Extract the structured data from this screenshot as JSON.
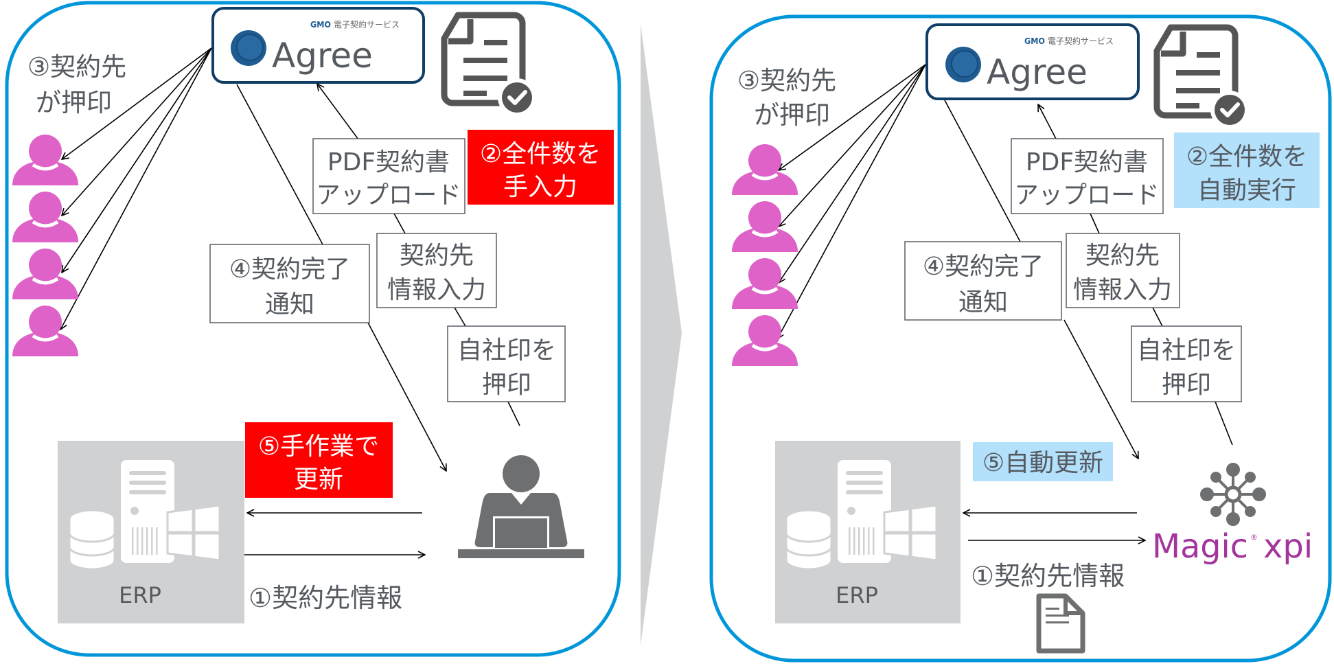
{
  "colors": {
    "panel_border": "#0096d9",
    "agree_border": "#0f3e66",
    "agree_seal": "#1e5c91",
    "person_pink": "#de62c7",
    "icon_gray": "#6e6f71",
    "erp_bg": "#d0d1d3",
    "manual_red": "#ff0000",
    "auto_blue": "#b3e0fb",
    "magic_purple": "#a3359c",
    "chevron_gray": "#d0d1d3"
  },
  "left": {
    "agree_brand_small": "GMO",
    "agree_service": "電子契約サービス",
    "agree_logo": "Agree",
    "step3_line1": "③契約先",
    "step3_line2": "が押印",
    "upload_line1": "PDF契約書",
    "upload_line2": "アップロード",
    "step2_line1": "②全件数を",
    "step2_line2": "手入力",
    "step4_line1": "④契約完了",
    "step4_line2": "通知",
    "input_line1": "契約先",
    "input_line2": "情報入力",
    "stamp_line1": "自社印を",
    "stamp_line2": "押印",
    "step5_line1": "⑤手作業で",
    "step5_line2": "更新",
    "erp_label": "ERP",
    "step1": "①契約先情報"
  },
  "right": {
    "agree_brand_small": "GMO",
    "agree_service": "電子契約サービス",
    "agree_logo": "Agree",
    "step3_line1": "③契約先",
    "step3_line2": "が押印",
    "upload_line1": "PDF契約書",
    "upload_line2": "アップロード",
    "step2_line1": "②全件数を",
    "step2_line2": "自動実行",
    "step4_line1": "④契約完了",
    "step4_line2": "通知",
    "input_line1": "契約先",
    "input_line2": "情報入力",
    "stamp_line1": "自社印を",
    "stamp_line2": "押印",
    "step5": "⑤自動更新",
    "erp_label": "ERP",
    "step1": "①契約先情報",
    "magic_logo": "Magic",
    "magic_reg": "®",
    "magic_product": "xpi"
  }
}
